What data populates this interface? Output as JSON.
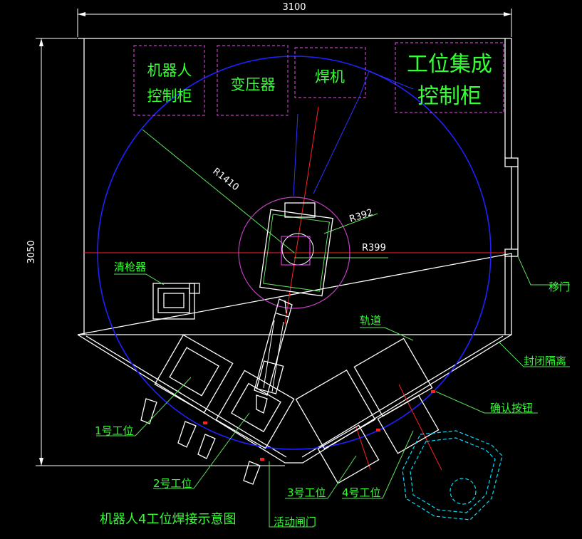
{
  "drawing": {
    "title": "机器人4工位焊接示意图",
    "dim_width": "3100",
    "dim_height": "3050",
    "radius_outer": "R1410",
    "radius_a": "R392",
    "radius_b": "R399"
  },
  "equipment": {
    "robot_controller_line1": "机器人",
    "robot_controller_line2": "控制柜",
    "transformer": "变压器",
    "welder": "焊机",
    "station_cabinet_line1": "工位集成",
    "station_cabinet_line2": "控制柜"
  },
  "callouts": {
    "gun_cleaner": "清枪器",
    "sliding_door": "移门",
    "track": "轨道",
    "enclosure": "封闭隔离",
    "confirm_button": "确认按钮",
    "station1": "1号工位",
    "station2": "2号工位",
    "station3": "3号工位",
    "station4": "4号工位",
    "movable_door": "活动闸门"
  },
  "colors": {
    "label_green": "#33ff33",
    "box_magenta": "#c040c0",
    "circle_blue": "#2020ff",
    "center_red": "#ff2020",
    "cyan": "#00e0ff"
  }
}
